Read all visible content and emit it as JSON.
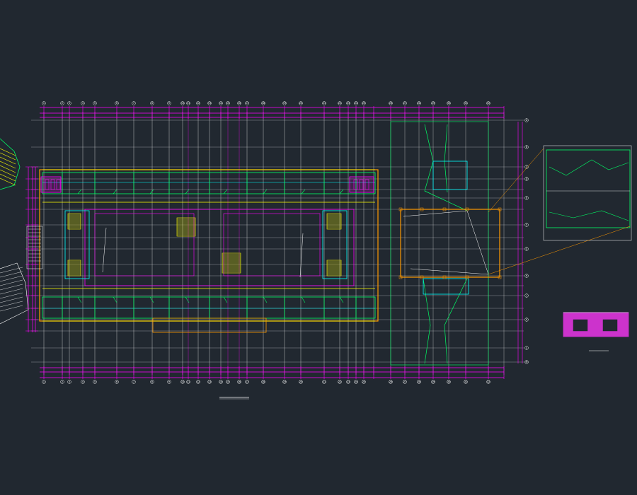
{
  "canvas": {
    "background": "#212830"
  },
  "colors": {
    "axis": "#ffffff",
    "grid_magenta": "#ff00ff",
    "wall_yellow": "#ffff00",
    "wall_orange": "#ff9900",
    "wall_green": "#00ff66",
    "wall_cyan": "#00ffff",
    "dim_green": "#33cc33",
    "detail_fill": "#cc33cc"
  },
  "drawing": {
    "main_plan_title": "",
    "scale_label": "",
    "detail_title": "",
    "axis_labels_top": [
      "1",
      "2",
      "3",
      "4",
      "5",
      "6",
      "7",
      "8",
      "9",
      "10",
      "11",
      "12",
      "13",
      "14",
      "15",
      "16",
      "17",
      "18",
      "19",
      "20",
      "21",
      "22",
      "23",
      "24",
      "25",
      "26",
      "27",
      "28",
      "29",
      "30",
      "31",
      "32",
      "33",
      "34",
      "35"
    ],
    "axis_labels_side": [
      "A",
      "B",
      "C",
      "D",
      "E",
      "F",
      "G",
      "H",
      "J",
      "K",
      "L",
      "M",
      "N",
      "P"
    ]
  }
}
